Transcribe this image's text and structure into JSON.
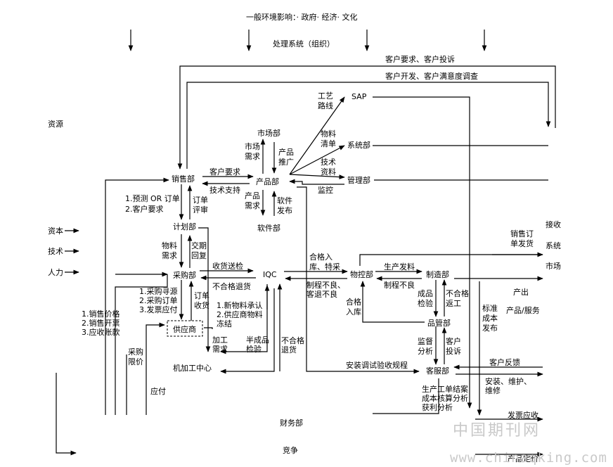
{
  "header": {
    "environment": "一般环境影响：· 政府· 经济· 文化",
    "system": "处理系统（组织）"
  },
  "top_flows": {
    "customer_requests": "客户要求、客户投诉",
    "customer_dev": "客户开发、客户满意度调查"
  },
  "left_inputs": {
    "resources": "资源",
    "capital": "资本",
    "technology": "技术",
    "manpower": "人力"
  },
  "departments": {
    "sales": "销售部",
    "market": "市场部",
    "product": "产品部",
    "sap": "SAP",
    "systems": "系统部",
    "management": "管理部",
    "planning": "计划部",
    "software": "软件部",
    "purchasing": "采购部",
    "iqc": "IQC",
    "material_control": "物控部",
    "manufacturing": "制造部",
    "supplier": "供应商",
    "machining": "机加工中心",
    "quality": "品管部",
    "customer_service": "客服部",
    "finance": "财务部",
    "competition": "竞争"
  },
  "flow_labels": {
    "customer_req": "客户要求",
    "tech_support": "技术支持",
    "market_demand": [
      "市场",
      "需求"
    ],
    "product_promo": [
      "产品",
      "推广"
    ],
    "product_demand": [
      "产品",
      "需求"
    ],
    "software_release": [
      "软件",
      "发布"
    ],
    "process_route": [
      "工艺",
      "路线"
    ],
    "bom": [
      "物料",
      "清单"
    ],
    "tech_docs": [
      "技术",
      "资料"
    ],
    "monitoring": "监控",
    "forecast": [
      "1.预测 OR 订单",
      "2.客户要求"
    ],
    "order_review": [
      "订单",
      "评审"
    ],
    "material_demand": [
      "物料",
      "需求"
    ],
    "delivery_reply": [
      "交期",
      "回复"
    ],
    "receive_inspect": "收货送检",
    "reject_return": "不合格退货",
    "purchase_tasks": [
      "1.采购寻源",
      "2.采购订单",
      "3.发票应付"
    ],
    "order_receipt": [
      "订单",
      "收货"
    ],
    "new_material": [
      "1.新物料承认",
      "2.供应商物料",
      "冻结"
    ],
    "sales_items": [
      "1.销售价格",
      "2.销售开票",
      "3.应收账款"
    ],
    "processing_demand": [
      "加工",
      "需求"
    ],
    "semi_inspect": [
      "半成品",
      "检验"
    ],
    "reject_return2": [
      "不合格",
      "退货"
    ],
    "qualified_in": [
      "合格入",
      "库、特采"
    ],
    "bad_returns": [
      "制程不良、",
      "客退不良"
    ],
    "production_issue": "生产发料",
    "process_defect": "制程不良",
    "qualified_stock": [
      "合格",
      "入库"
    ],
    "finished_inspect": [
      "成品",
      "检验"
    ],
    "reject_rework": [
      "不合格",
      "返工"
    ],
    "supervision": [
      "监督",
      "分析"
    ],
    "customer_complaint": [
      "客户",
      "投诉"
    ],
    "install_debug": "安装调试验收规程",
    "customer_feedback": "客户反馈",
    "install_maint": [
      "安装、维护、",
      "维修"
    ],
    "cost_items": [
      "生产工单结案",
      "成本核算分析",
      "获利分析"
    ],
    "std_cost": [
      "标准",
      "成本",
      "发布"
    ],
    "purchase_price": [
      "采购",
      "限价"
    ],
    "payable": "应付"
  },
  "right_outputs": {
    "receive_market": [
      "接收",
      "系统",
      "市场"
    ],
    "sales_order_ship": [
      "销售订",
      "单发货"
    ],
    "output": "产出",
    "products_services": "产品/服务",
    "invoice_ar": "发票应收",
    "product_price": "产品定价"
  },
  "watermark": {
    "cn": "中国期刊网",
    "url": "www.chinaqking.com"
  }
}
